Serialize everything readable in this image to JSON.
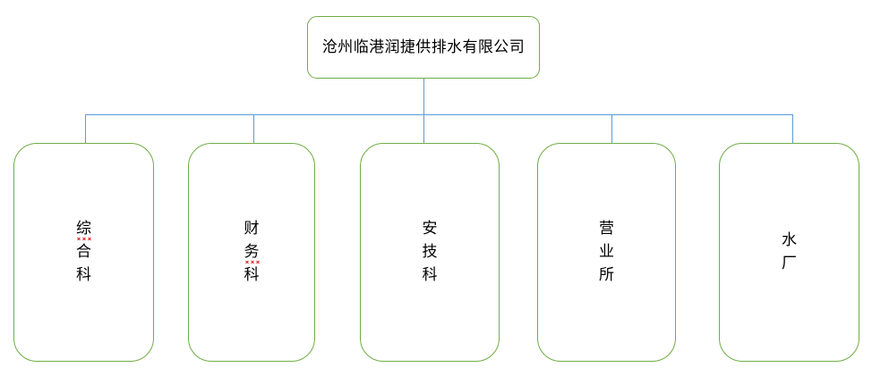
{
  "diagram": {
    "type": "org-chart",
    "orientation": "top-down",
    "background_color": "#FFFFFF",
    "node_border_color": "#70AD47",
    "connector_color": "#5B9BD5",
    "text_color": "#000000",
    "spellcheck_underline_color": "#E03030"
  },
  "root": {
    "label": "沧州临港润捷供排水有限公司",
    "text_direction": "horizontal"
  },
  "children": [
    {
      "label": "综合科",
      "chars": [
        "综",
        "合",
        "科"
      ],
      "misspelled_chars": [
        "综"
      ],
      "text_direction": "vertical"
    },
    {
      "label": "财务科",
      "chars": [
        "财",
        "务",
        "科"
      ],
      "misspelled_chars": [
        "务"
      ],
      "text_direction": "vertical"
    },
    {
      "label": "安技科",
      "chars": [
        "安",
        "技",
        "科"
      ],
      "misspelled_chars": [],
      "text_direction": "vertical"
    },
    {
      "label": "营业所",
      "chars": [
        "营",
        "业",
        "所"
      ],
      "misspelled_chars": [],
      "text_direction": "vertical"
    },
    {
      "label": "水厂",
      "chars": [
        "水",
        "厂"
      ],
      "misspelled_chars": [],
      "text_direction": "vertical"
    }
  ]
}
